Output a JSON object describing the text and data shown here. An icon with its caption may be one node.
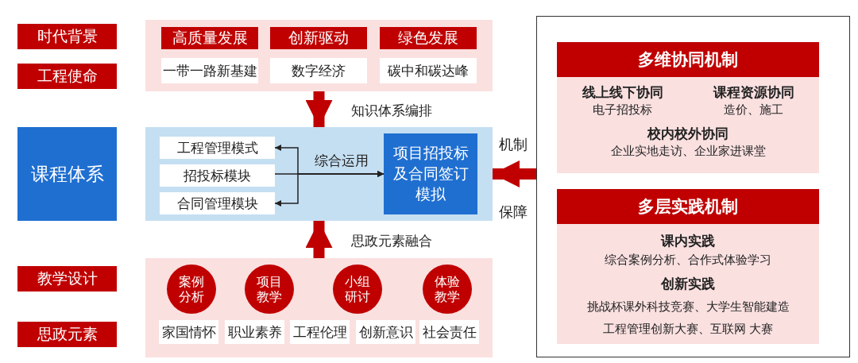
{
  "diagram": {
    "nodes": [
      {
        "text": [
          "时代背景"
        ]
      },
      {
        "text": [
          "工程使命"
        ]
      },
      {
        "text": [],
        "shape": "box"
      },
      {
        "text": [
          "高质量发展"
        ],
        "in": 2
      },
      {
        "text": [
          "创新驱动"
        ],
        "in": 2
      },
      {
        "text": [
          "绿色发展"
        ],
        "in": 2
      },
      {
        "text": [
          "一带一路新基建"
        ],
        "in": 2
      },
      {
        "text": [
          "数字经济"
        ],
        "in": 2
      },
      {
        "text": [
          "碳中和碳达峰"
        ],
        "in": 2
      },
      {
        "text": [
          "课程体系"
        ]
      },
      {
        "text": [],
        "shape": "box"
      },
      {
        "text": [
          "工程管理模式"
        ],
        "in": 10
      },
      {
        "text": [
          "招投标模块"
        ],
        "in": 10
      },
      {
        "text": [
          "合同管理模块"
        ],
        "in": 10
      },
      {
        "text": [
          "项目招投标及合同签订模拟"
        ],
        "in": 10
      },
      {
        "text": [
          "教学设计"
        ]
      },
      {
        "text": [
          "思政元素"
        ]
      },
      {
        "text": [],
        "shape": "box"
      },
      {
        "text": [
          "案例分析"
        ],
        "in": 17
      },
      {
        "text": [
          "项目教学"
        ],
        "in": 17
      },
      {
        "text": [
          "小组研讨"
        ],
        "in": 17
      },
      {
        "text": [
          "体验教学"
        ],
        "in": 17
      },
      {
        "text": [
          "家国情怀"
        ],
        "in": 17
      },
      {
        "text": [
          "职业素养"
        ],
        "in": 17
      },
      {
        "text": [
          "工程伦理"
        ],
        "in": 17
      },
      {
        "text": [
          "创新意识"
        ],
        "in": 17
      },
      {
        "text": [
          "社会责任"
        ],
        "in": 17
      },
      {
        "text": [],
        "shape": "box"
      },
      {
        "text": [
          "多维协同机制",
          "线上线下协同",
          "电子招投标",
          "课程资源协同",
          "造价、施工",
          "校内校外协同",
          "企业实地走访、企业家进课堂"
        ],
        "in": 27
      },
      {
        "text": [
          "多层实践机制",
          "课内实践",
          "综合案例分析、合作式体验学习",
          "创新实践",
          "挑战杯课外科技竞赛、大学生智能建造工程管理创新大赛、互联网 大赛"
        ],
        "in": 27
      }
    ],
    "edges": [
      {
        "from": 2,
        "to": 10,
        "arrow": "to",
        "label": "知识体系编排",
        "style": "thick",
        "color": "#c00000"
      },
      {
        "from": 17,
        "to": 10,
        "arrow": "to",
        "label": "思政元素融合",
        "style": "thick",
        "color": "#c00000"
      },
      {
        "from": 27,
        "to": 10,
        "arrow": "to",
        "style": "thick",
        "color": "#c00000"
      },
      {
        "from": 11,
        "to": 14,
        "arrow": "both",
        "color": "#222222"
      },
      {
        "from": 12,
        "to": 14,
        "arrow": "to",
        "label": "综合运用",
        "color": "#222222"
      },
      {
        "from": 13,
        "to": 14,
        "arrow": "both",
        "color": "#222222"
      }
    ],
    "labels": [
      "机制",
      "保障"
    ]
  }
}
